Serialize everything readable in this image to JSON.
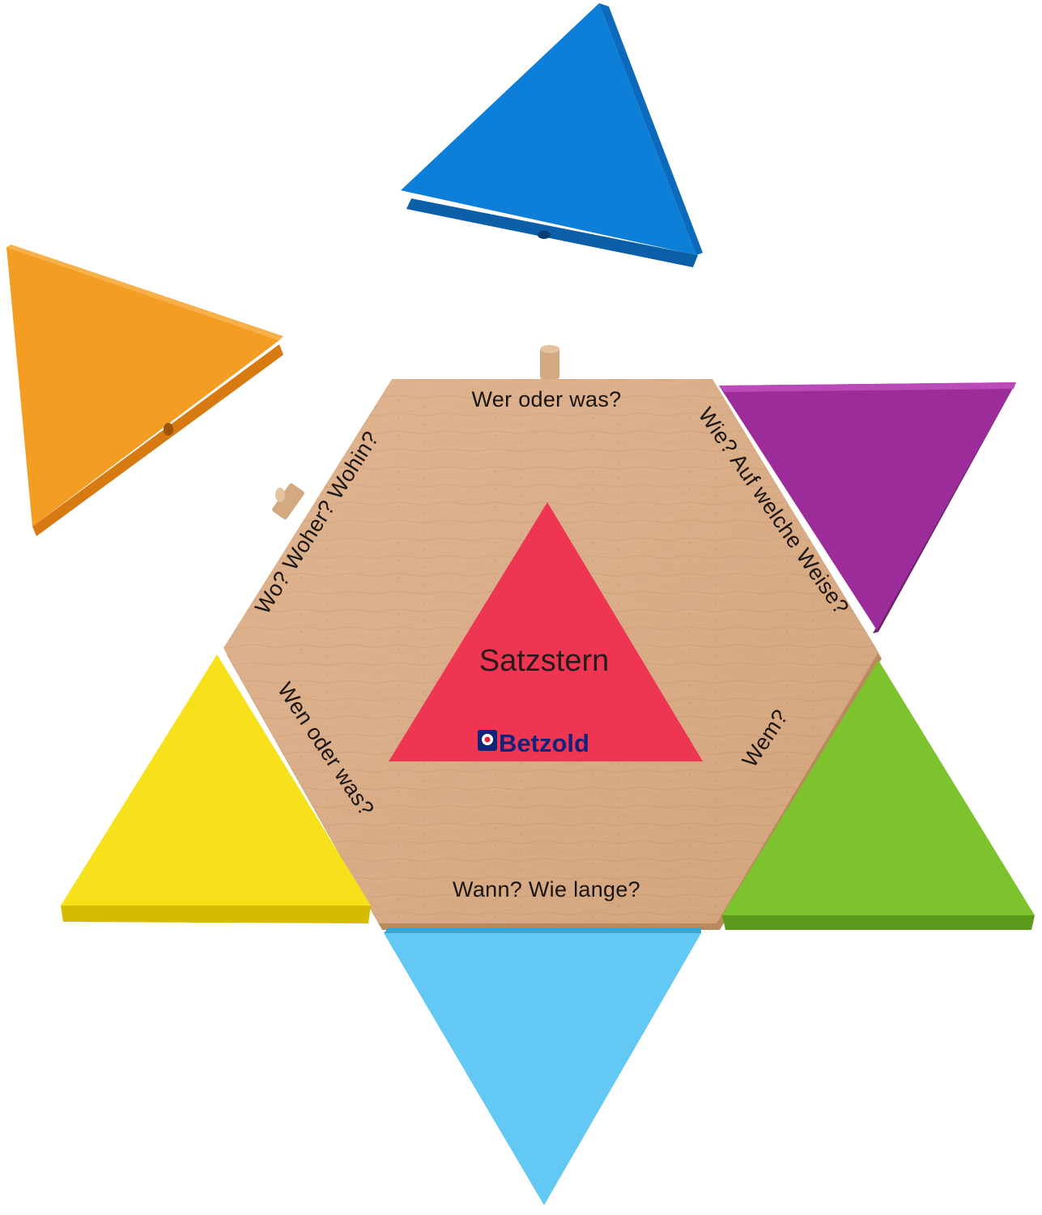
{
  "product": {
    "center_title": "Satzstern",
    "brand": "Betzold"
  },
  "board": {
    "labels": {
      "top": "Wer oder was?",
      "upper_right": "Wie? Auf welche Weise?",
      "lower_right": "Wem?",
      "bottom": "Wann? Wie lange?",
      "lower_left": "Wen oder was?",
      "upper_left": "Wo? Woher? Wohin?"
    }
  },
  "colors": {
    "wood": "#dcae86",
    "center_triangle": "#ee3552",
    "blue": "#0d7fd8",
    "orange": "#f49d23",
    "purple": "#9b2c99",
    "yellow": "#f6e11b",
    "green": "#7cc32d",
    "light_blue": "#64c8f4",
    "brand_blue": "#13237a"
  }
}
